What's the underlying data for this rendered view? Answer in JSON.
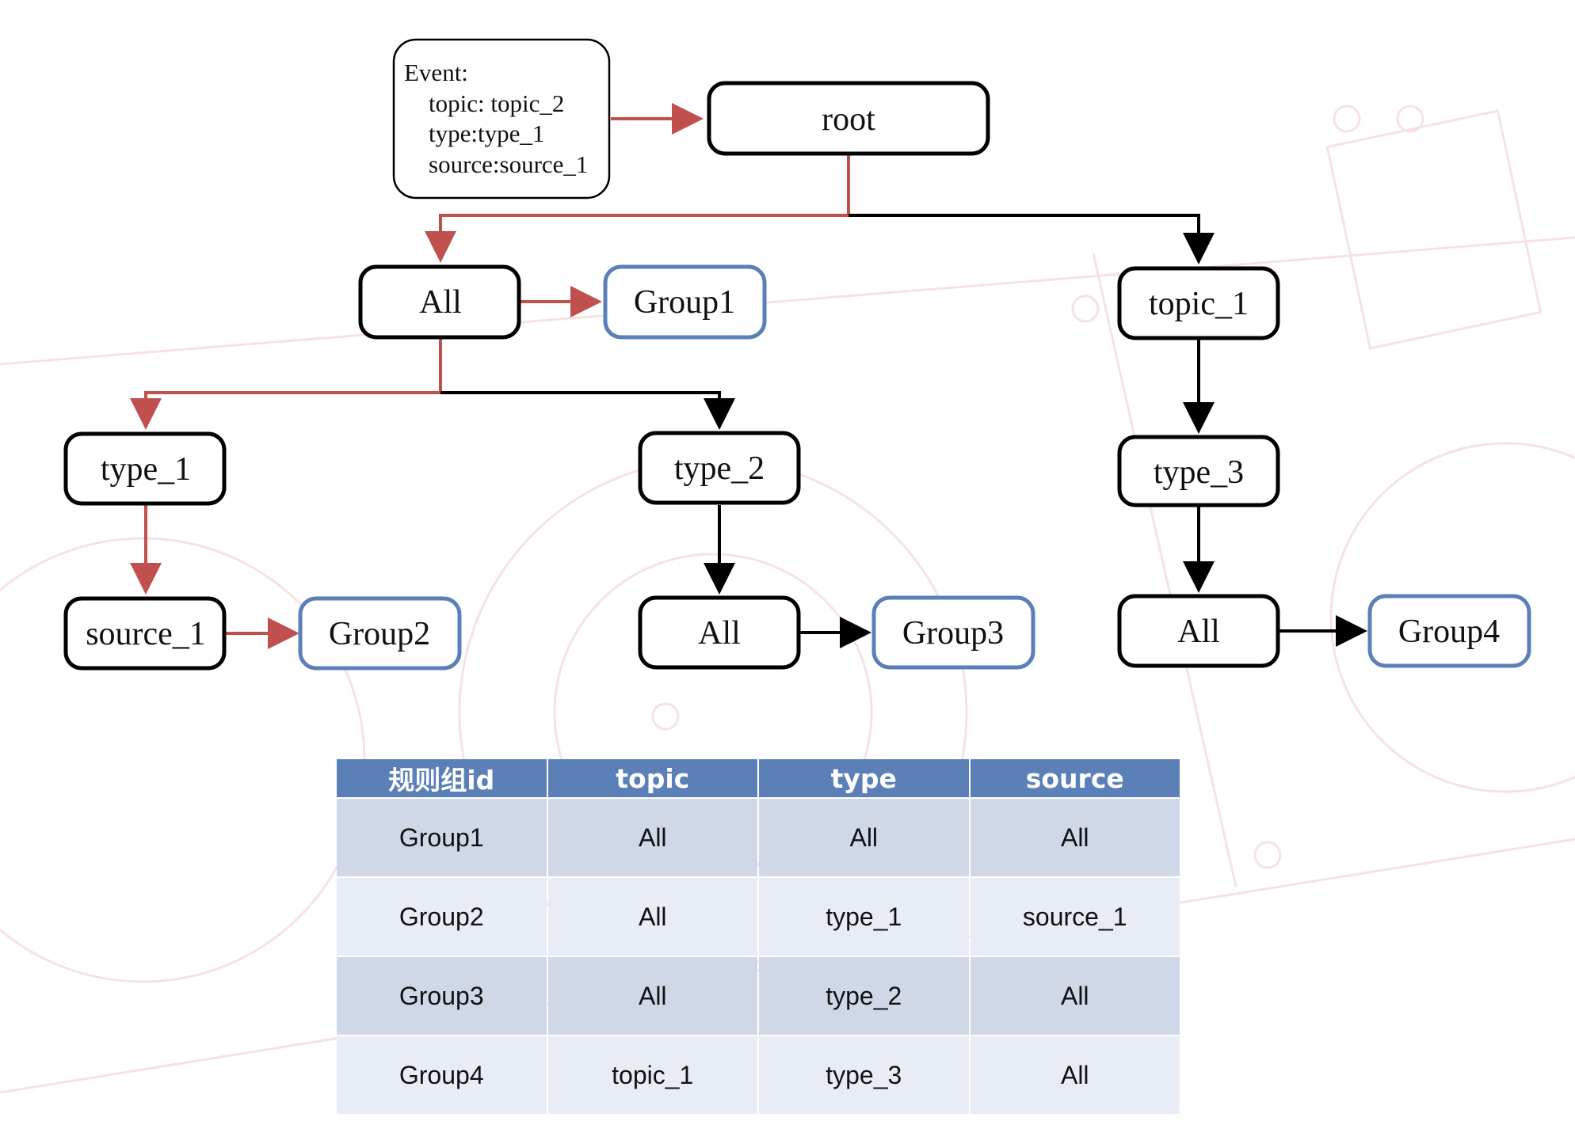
{
  "event": {
    "title": "Event:",
    "lines": [
      "topic: topic_2",
      "type:type_1",
      "source:source_1"
    ]
  },
  "nodes": {
    "root": "root",
    "all_1": "All",
    "group1": "Group1",
    "topic_1": "topic_1",
    "type_1": "type_1",
    "type_2": "type_2",
    "type_3": "type_3",
    "source_1": "source_1",
    "group2": "Group2",
    "all_2": "All",
    "group3": "Group3",
    "all_3": "All",
    "group4": "Group4"
  },
  "colors": {
    "matched_path": "#c0504d",
    "default_path": "#000000",
    "group_border": "#5b80b8",
    "header_bg": "#5b80b8",
    "row_dark": "#d0d8e8",
    "row_light": "#e8ecf4"
  },
  "table": {
    "headers": [
      "规则组id",
      "topic",
      "type",
      "source"
    ],
    "rows": [
      [
        "Group1",
        "All",
        "All",
        "All"
      ],
      [
        "Group2",
        "All",
        "type_1",
        "source_1"
      ],
      [
        "Group3",
        "All",
        "type_2",
        "All"
      ],
      [
        "Group4",
        "topic_1",
        "type_3",
        "All"
      ]
    ]
  }
}
